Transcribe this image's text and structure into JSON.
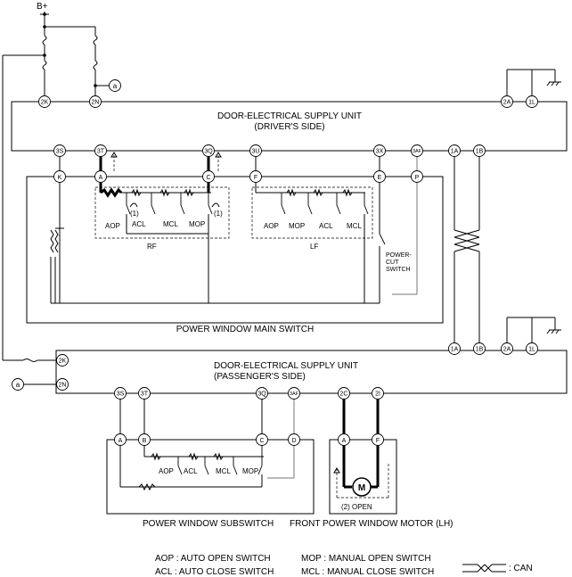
{
  "power_label": "B+",
  "driver_unit": {
    "title_line1": "DOOR-ELECTRICAL SUPPLY UNIT",
    "title_line2": "(DRIVER'S SIDE)",
    "terminals": [
      "2K",
      "2N",
      "3S",
      "3T",
      "3Q",
      "3U",
      "3X",
      "3AF",
      "1A",
      "1B",
      "2A",
      "1L"
    ]
  },
  "main_switch": {
    "title": "POWER WINDOW MAIN SWITCH",
    "terminals": [
      "K",
      "A",
      "C",
      "F",
      "E",
      "P"
    ],
    "rf_group": {
      "label": "RF",
      "switches": [
        "AOP",
        "ACL",
        "MCL",
        "MOP"
      ],
      "markers": [
        "(1)",
        "(1)"
      ]
    },
    "lf_group": {
      "label": "LF",
      "switches": [
        "AOP",
        "MOP",
        "ACL",
        "MCL"
      ]
    },
    "power_cut_switch": [
      "POWER-",
      "CUT",
      "SWITCH"
    ]
  },
  "passenger_unit": {
    "title_line1": "DOOR-ELECTRICAL SUPPLY UNIT",
    "title_line2": "(PASSENGER'S SIDE)",
    "terminals": [
      "2K",
      "2N",
      "3S",
      "3T",
      "3Q",
      "3AF",
      "2C",
      "2I",
      "1A",
      "1B",
      "2A",
      "1L"
    ]
  },
  "subswitch": {
    "title": "POWER WINDOW SUBSWITCH",
    "terminals": [
      "A",
      "B",
      "C",
      "D"
    ],
    "switches": [
      "AOP",
      "ACL",
      "MCL",
      "MOP"
    ]
  },
  "motor": {
    "title": "FRONT POWER WINDOW MOTOR (LH)",
    "terminals": [
      "A",
      "F"
    ],
    "symbol": "M",
    "open_label": "(2)  OPEN"
  },
  "connector_a": "a",
  "legend": {
    "aop": "AOP : AUTO OPEN SWITCH",
    "acl": "ACL : AUTO CLOSE SWITCH",
    "mop": "MOP : MANUAL OPEN SWITCH",
    "mcl": "MCL : MANUAL CLOSE SWITCH",
    "can": ": CAN"
  }
}
